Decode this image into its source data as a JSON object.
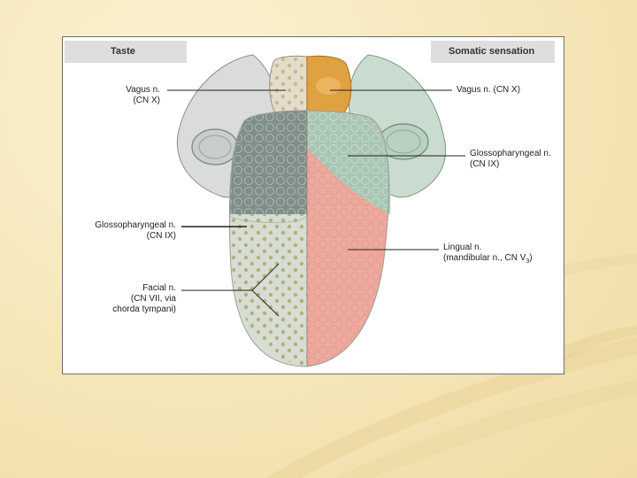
{
  "figure": {
    "header_left": "Taste",
    "header_right": "Somatic sensation",
    "labels": {
      "vagus_left": "Vagus n.\n(CN X)",
      "vagus_right": "Vagus n. (CN X)",
      "glosso_right": "Glossopharyngeal n.\n(CN IX)",
      "glosso_left": "Glossopharyngeal n.\n(CN IX)",
      "lingual": "Lingual n.\n(mandibular n., CN V",
      "lingual_sub": "3",
      "lingual_end": ")",
      "facial": "Facial n.\n(CN VII, via\nchorda tympani)"
    },
    "colors": {
      "taste_anterior": "#d7ddd2",
      "taste_posterior": "#7f8f89",
      "taste_vagus": "#e6dccb",
      "somatic_lingual": "#eeaa9e",
      "somatic_glosso": "#a9c6b4",
      "somatic_vagus": "#e0a240",
      "papilla_dots": "#a8a060"
    }
  }
}
